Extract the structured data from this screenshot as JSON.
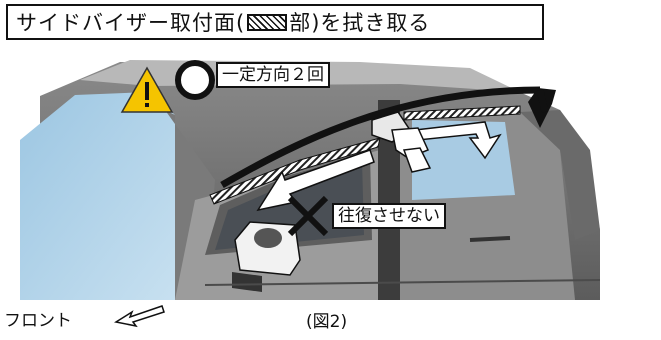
{
  "title": {
    "prefix": "サイドバイザー取付面(",
    "suffix": "部)を拭き取る"
  },
  "callouts": {
    "correct": "一定方向２回",
    "wrong": "往復させない"
  },
  "footer": {
    "front_label": "フロント",
    "figure_label": "(図2)"
  },
  "icons": {
    "warning": "warning-triangle-icon",
    "ok": "circle-ok-icon",
    "ng": "cross-ng-icon",
    "front_arrow": "front-direction-arrow-icon"
  },
  "colors": {
    "warning_fill": "#f5c400",
    "glass": "#a9cfe8",
    "body_dark": "#6e6e6e",
    "body_light": "#bdbdbd"
  }
}
